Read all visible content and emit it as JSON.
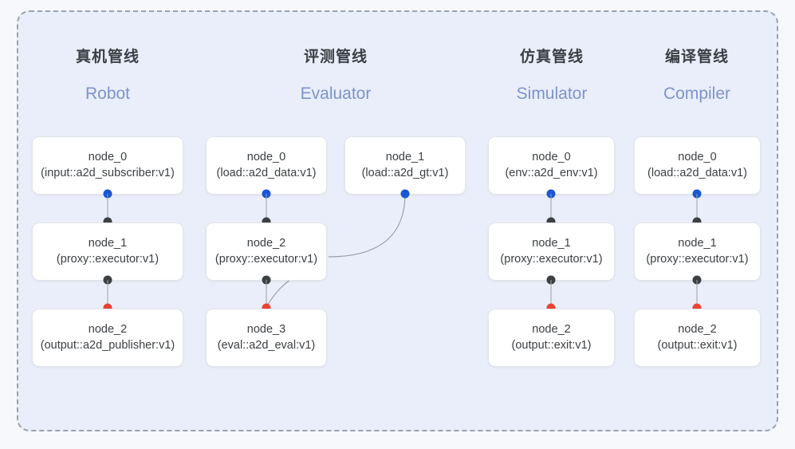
{
  "diagram": {
    "background_color": "#f6f8fc",
    "panel_color": "#e9eefa",
    "dashed_border_color": "#9aa3ad",
    "accent_blue": "#1a56d4",
    "accent_red": "#ea4335",
    "port_black": "#3c4043",
    "subtitle_color": "#7e93cc",
    "edge_color": "#9aa0a6"
  },
  "columns": [
    {
      "id": "robot",
      "title": "真机管线",
      "subtitle": "Robot",
      "nodes": [
        {
          "id": "robot-0",
          "name": "node_0",
          "spec": "(input::a2d_subscriber:v1)"
        },
        {
          "id": "robot-1",
          "name": "node_1",
          "spec": "(proxy::executor:v1)"
        },
        {
          "id": "robot-2",
          "name": "node_2",
          "spec": "(output::a2d_publisher:v1)"
        }
      ]
    },
    {
      "id": "evaluator",
      "title": "评测管线",
      "subtitle": "Evaluator",
      "nodes": [
        {
          "id": "eval-0",
          "name": "node_0",
          "spec": "(load::a2d_data:v1)"
        },
        {
          "id": "eval-1",
          "name": "node_1",
          "spec": "(load::a2d_gt:v1)"
        },
        {
          "id": "eval-2",
          "name": "node_2",
          "spec": "(proxy::executor:v1)"
        },
        {
          "id": "eval-3",
          "name": "node_3",
          "spec": "(eval::a2d_eval:v1)"
        }
      ]
    },
    {
      "id": "simulator",
      "title": "仿真管线",
      "subtitle": "Simulator",
      "nodes": [
        {
          "id": "sim-0",
          "name": "node_0",
          "spec": "(env::a2d_env:v1)"
        },
        {
          "id": "sim-1",
          "name": "node_1",
          "spec": "(proxy::executor:v1)"
        },
        {
          "id": "sim-2",
          "name": "node_2",
          "spec": "(output::exit:v1)"
        }
      ]
    },
    {
      "id": "compiler",
      "title": "编译管线",
      "subtitle": "Compiler",
      "nodes": [
        {
          "id": "comp-0",
          "name": "node_0",
          "spec": "(load::a2d_data:v1)"
        },
        {
          "id": "comp-1",
          "name": "node_1",
          "spec": "(proxy::executor:v1)"
        },
        {
          "id": "comp-2",
          "name": "node_2",
          "spec": "(output::exit:v1)"
        }
      ]
    }
  ]
}
